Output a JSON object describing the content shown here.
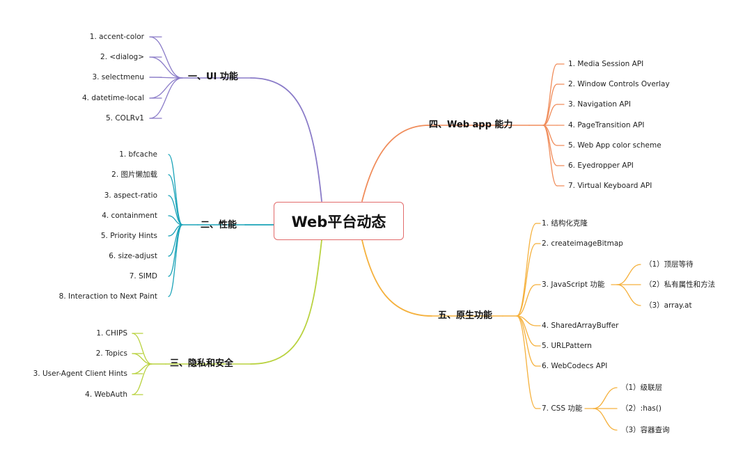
{
  "root": "Web平台动态",
  "branches": {
    "ui": {
      "title": "一、UI 功能",
      "color": "#8a7bc8",
      "items": [
        "1. accent-color",
        "2. <dialog>",
        "3. selectmenu",
        "4. datetime-local",
        "5. COLRv1"
      ]
    },
    "perf": {
      "title": "二、性能",
      "color": "#1aa3b8",
      "items": [
        "1. bfcache",
        "2. 图片懒加载",
        "3. aspect-ratio",
        "4. containment",
        "5. Priority Hints",
        "6. size-adjust",
        "7. SIMD",
        "8. Interaction to Next Paint"
      ]
    },
    "privacy": {
      "title": "三、隐私和安全",
      "color": "#b9d23f",
      "items": [
        "1. CHIPS",
        "2. Topics",
        "3. User-Agent Client Hints",
        "4. WebAuth"
      ]
    },
    "webapp": {
      "title": "四、Web app 能力",
      "color": "#f08c5a",
      "items": [
        "1. Media Session API",
        "2. Window Controls Overlay",
        "3. Navigation API",
        "4. PageTransition API",
        "5. Web App color scheme",
        "6. Eyedropper API",
        "7. Virtual Keyboard API"
      ]
    },
    "native": {
      "title": "五、原生功能",
      "color": "#f5b13d",
      "items": [
        {
          "label": "1. 结构化克隆"
        },
        {
          "label": "2. createimageBitmap"
        },
        {
          "label": "3. JavaScript 功能",
          "children": [
            "（1）顶层等待",
            "（2）私有属性和方法",
            "（3）array.at"
          ]
        },
        {
          "label": "4. SharedArrayBuffer"
        },
        {
          "label": "5. URLPattern"
        },
        {
          "label": "6. WebCodecs API"
        },
        {
          "label": "7. CSS 功能",
          "children": [
            "（1）级联层",
            "（2）:has()",
            "（3）容器查询"
          ]
        }
      ]
    }
  }
}
